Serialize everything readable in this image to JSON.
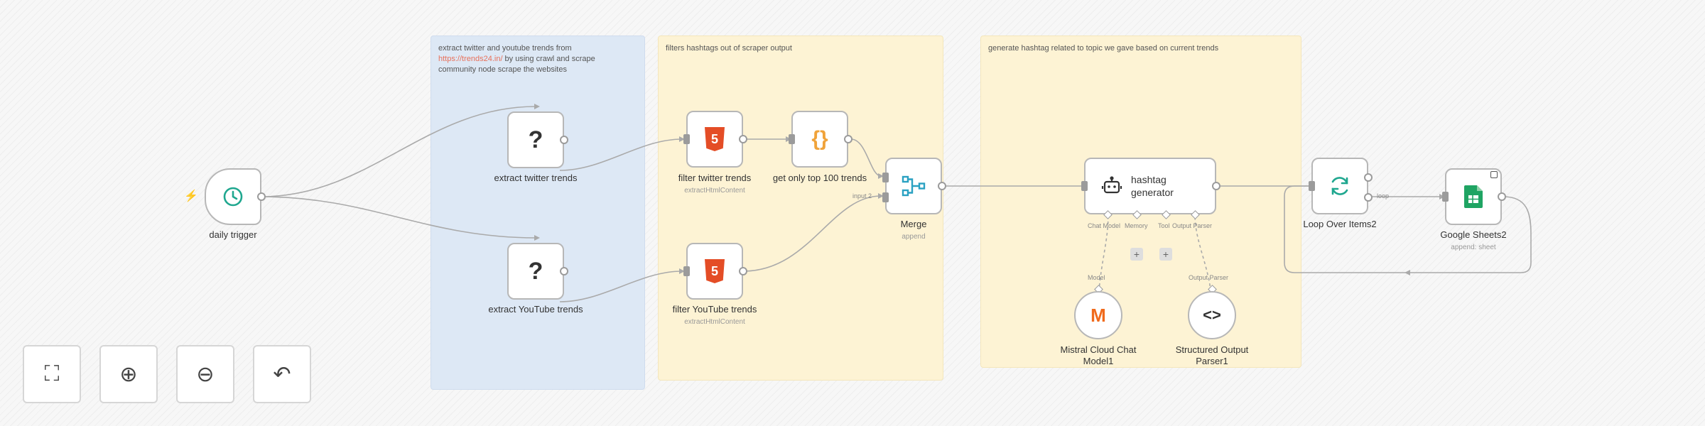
{
  "stickies": {
    "blue": {
      "line1": "extract twitter and youtube trends from",
      "link": "https://trends24.in/",
      "line2": " by using crawl and scrape",
      "line3": "community node scrape the websites"
    },
    "yellow1": {
      "text": "filters hashtags out of scraper output"
    },
    "yellow2": {
      "text": "generate hashtag related to topic we gave based on current trends"
    }
  },
  "nodes": {
    "daily_trigger": {
      "label": "daily trigger",
      "icon": "clock-icon"
    },
    "extract_twitter": {
      "label": "extract twitter trends",
      "icon": "?"
    },
    "extract_youtube": {
      "label": "extract YouTube trends",
      "icon": "?"
    },
    "filter_twitter": {
      "label": "filter twitter trends",
      "sub": "extractHtmlContent",
      "icon": "5"
    },
    "filter_youtube": {
      "label": "filter YouTube trends",
      "sub": "extractHtmlContent",
      "icon": "5"
    },
    "top100": {
      "label": "get only top 100 trends",
      "icon": "{}"
    },
    "merge": {
      "label": "Merge",
      "sub": "append",
      "input2": "input 2"
    },
    "hashtag": {
      "label": "hashtag generator",
      "ports": [
        "Chat Model",
        "Memory",
        "Tool",
        "Output Parser"
      ]
    },
    "loop": {
      "label": "Loop Over Items2",
      "port": "loop"
    },
    "sheets": {
      "label": "Google Sheets2",
      "sub": "append: sheet"
    },
    "mistral": {
      "label": "Mistral Cloud Chat Model1",
      "port": "Model",
      "icon": "M"
    },
    "parser": {
      "label": "Structured Output Parser1",
      "port": "Output Parser",
      "icon": "<>"
    }
  },
  "controls": {
    "fit": "⛶",
    "zoom_in": "⊕",
    "zoom_out": "⊖",
    "undo": "↶"
  },
  "colors": {
    "edge": "#aaaaaa",
    "sticky_blue": "#dde8f5",
    "sticky_yellow": "#fdf3d4",
    "html5": "#e44d26",
    "sheets": "#1fa463",
    "mistral": "#f06a1c"
  }
}
